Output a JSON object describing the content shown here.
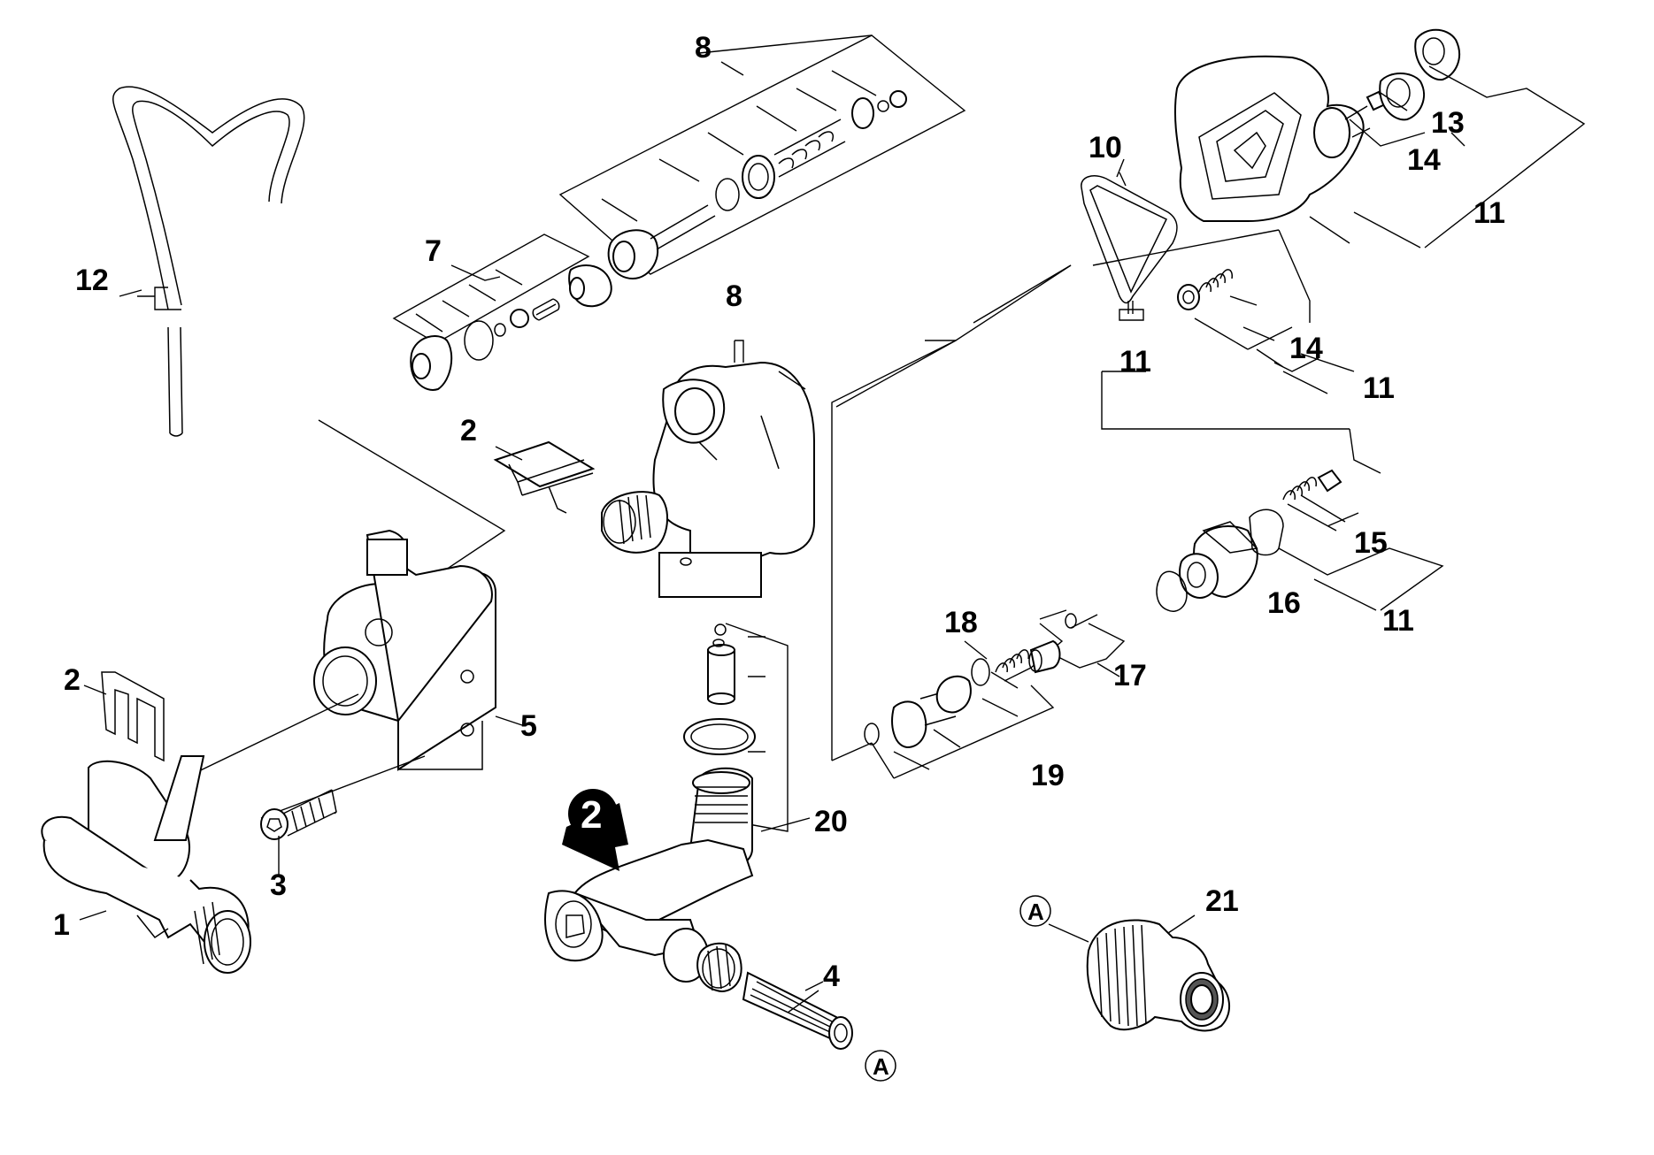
{
  "labels": {
    "l1": "1",
    "l2a": "2",
    "l2b": "2",
    "l3": "3",
    "l4": "4",
    "l5": "5",
    "l7": "7",
    "l8a": "8",
    "l8b": "8",
    "l10": "10",
    "l11a": "11",
    "l11b": "11",
    "l11c": "11",
    "l11d": "11",
    "l12": "12",
    "l13": "13",
    "l14a": "14",
    "l14b": "14",
    "l15": "15",
    "l16": "16",
    "l17": "17",
    "l18": "18",
    "l19": "19",
    "l20": "20",
    "l21": "21"
  },
  "connector_marks": {
    "a1": "A",
    "a2": "A"
  },
  "badge": "2",
  "colors": {
    "stroke": "#000000",
    "background": "#ffffff",
    "badge_fill": "#000000"
  }
}
